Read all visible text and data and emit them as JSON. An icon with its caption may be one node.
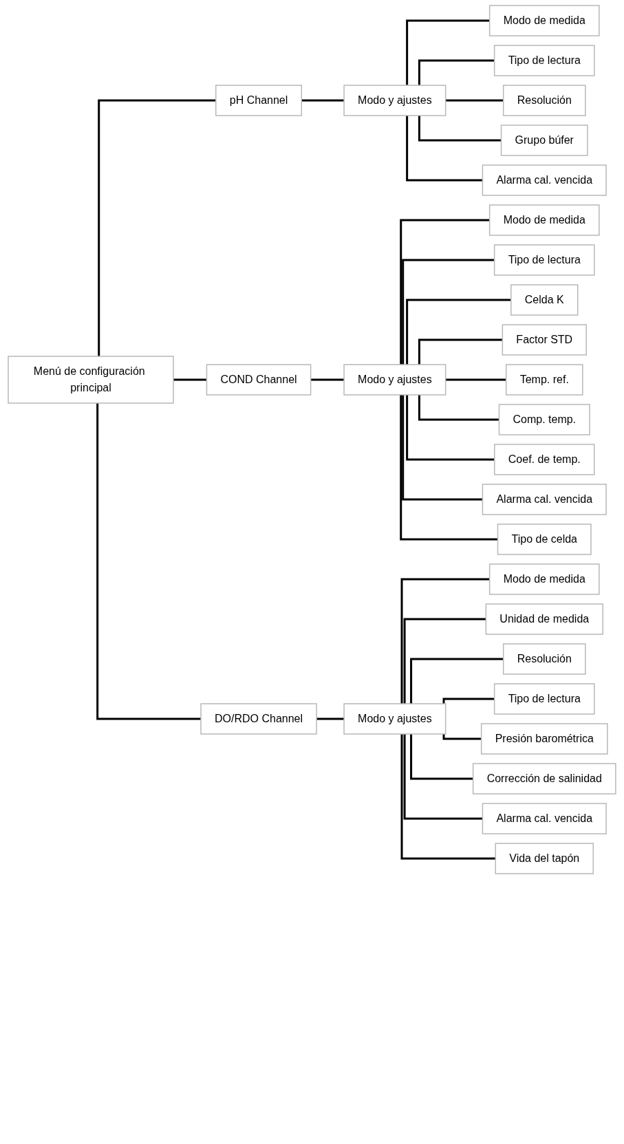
{
  "diagram": {
    "nodes": [
      {
        "text": [
          "Menú de configuración principal"
        ]
      },
      {
        "text": [
          "pH Channel"
        ]
      },
      {
        "text": [
          "COND Channel"
        ]
      },
      {
        "text": [
          "DO/RDO Channel"
        ]
      },
      {
        "text": [
          "Modo y ajustes"
        ]
      },
      {
        "text": [
          "Modo y ajustes"
        ]
      },
      {
        "text": [
          "Modo y ajustes"
        ]
      },
      {
        "text": [
          "Modo de medida"
        ]
      },
      {
        "text": [
          "Tipo de lectura"
        ]
      },
      {
        "text": [
          "Resolución"
        ]
      },
      {
        "text": [
          "Grupo búfer"
        ]
      },
      {
        "text": [
          "Alarma cal. vencida"
        ]
      },
      {
        "text": [
          "Modo de medida"
        ]
      },
      {
        "text": [
          "Tipo de lectura"
        ]
      },
      {
        "text": [
          "Celda K"
        ]
      },
      {
        "text": [
          "Factor STD"
        ]
      },
      {
        "text": [
          "Temp. ref."
        ]
      },
      {
        "text": [
          "Comp. temp."
        ]
      },
      {
        "text": [
          "Coef. de temp."
        ]
      },
      {
        "text": [
          "Alarma cal. vencida"
        ]
      },
      {
        "text": [
          "Tipo de celda"
        ]
      },
      {
        "text": [
          "Modo de medida"
        ]
      },
      {
        "text": [
          "Unidad de medida"
        ]
      },
      {
        "text": [
          "Resolución"
        ]
      },
      {
        "text": [
          "Tipo de lectura"
        ]
      },
      {
        "text": [
          "Presión barométrica"
        ]
      },
      {
        "text": [
          "Corrección de salinidad"
        ]
      },
      {
        "text": [
          "Alarma cal. vencida"
        ]
      },
      {
        "text": [
          "Vida del tapón"
        ]
      }
    ],
    "edges": [
      {
        "from": 0,
        "to": 1,
        "arrow": "none"
      },
      {
        "from": 0,
        "to": 2,
        "arrow": "none"
      },
      {
        "from": 0,
        "to": 3,
        "arrow": "none"
      },
      {
        "from": 1,
        "to": 4,
        "arrow": "none"
      },
      {
        "from": 2,
        "to": 5,
        "arrow": "none"
      },
      {
        "from": 3,
        "to": 6,
        "arrow": "none"
      },
      {
        "from": 4,
        "to": 7,
        "arrow": "none"
      },
      {
        "from": 4,
        "to": 8,
        "arrow": "none"
      },
      {
        "from": 4,
        "to": 9,
        "arrow": "none"
      },
      {
        "from": 4,
        "to": 10,
        "arrow": "none"
      },
      {
        "from": 4,
        "to": 11,
        "arrow": "none"
      },
      {
        "from": 5,
        "to": 12,
        "arrow": "none"
      },
      {
        "from": 5,
        "to": 13,
        "arrow": "none"
      },
      {
        "from": 5,
        "to": 14,
        "arrow": "none"
      },
      {
        "from": 5,
        "to": 15,
        "arrow": "none"
      },
      {
        "from": 5,
        "to": 16,
        "arrow": "none"
      },
      {
        "from": 5,
        "to": 17,
        "arrow": "none"
      },
      {
        "from": 5,
        "to": 18,
        "arrow": "none"
      },
      {
        "from": 5,
        "to": 19,
        "arrow": "none"
      },
      {
        "from": 5,
        "to": 20,
        "arrow": "none"
      },
      {
        "from": 6,
        "to": 21,
        "arrow": "none"
      },
      {
        "from": 6,
        "to": 22,
        "arrow": "none"
      },
      {
        "from": 6,
        "to": 23,
        "arrow": "none"
      },
      {
        "from": 6,
        "to": 24,
        "arrow": "none"
      },
      {
        "from": 6,
        "to": 25,
        "arrow": "none"
      },
      {
        "from": 6,
        "to": 26,
        "arrow": "none"
      },
      {
        "from": 6,
        "to": 27,
        "arrow": "none"
      },
      {
        "from": 6,
        "to": 28,
        "arrow": "none"
      }
    ]
  }
}
